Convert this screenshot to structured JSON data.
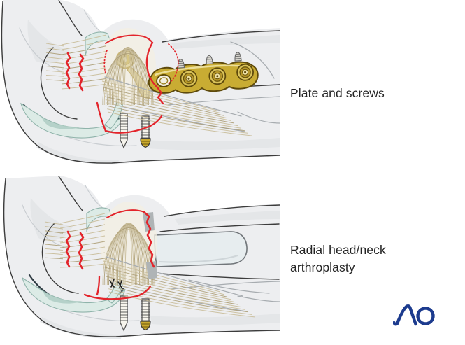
{
  "panels": [
    {
      "id": "plate-and-screws",
      "label": "Plate and screws",
      "label_lines": [
        "Plate and screws",
        ""
      ]
    },
    {
      "id": "radial-head-neck-arthroplasty",
      "label": "Radial head/neck arthroplasty",
      "label_lines": [
        "Radial head/neck",
        "arthroplasty"
      ]
    }
  ],
  "logo": {
    "text": "AO",
    "color": "#1c3b8e"
  },
  "colors": {
    "background": "#ffffff",
    "tissue": "#edeef0",
    "tissue_shade": "#e1e3e6",
    "outline": "#3c3c3c",
    "cartilage": "#dcebe6",
    "cartilage_edge": "#8fb3aa",
    "ligament_fiber": "#c8bb98",
    "fracture_red": "#e3242b",
    "implant_gold": "#c9ac33",
    "implant_gold_dark": "#5e4a0c",
    "prosthesis_gray": "#e7edef",
    "logo_blue": "#1c3b8e"
  }
}
